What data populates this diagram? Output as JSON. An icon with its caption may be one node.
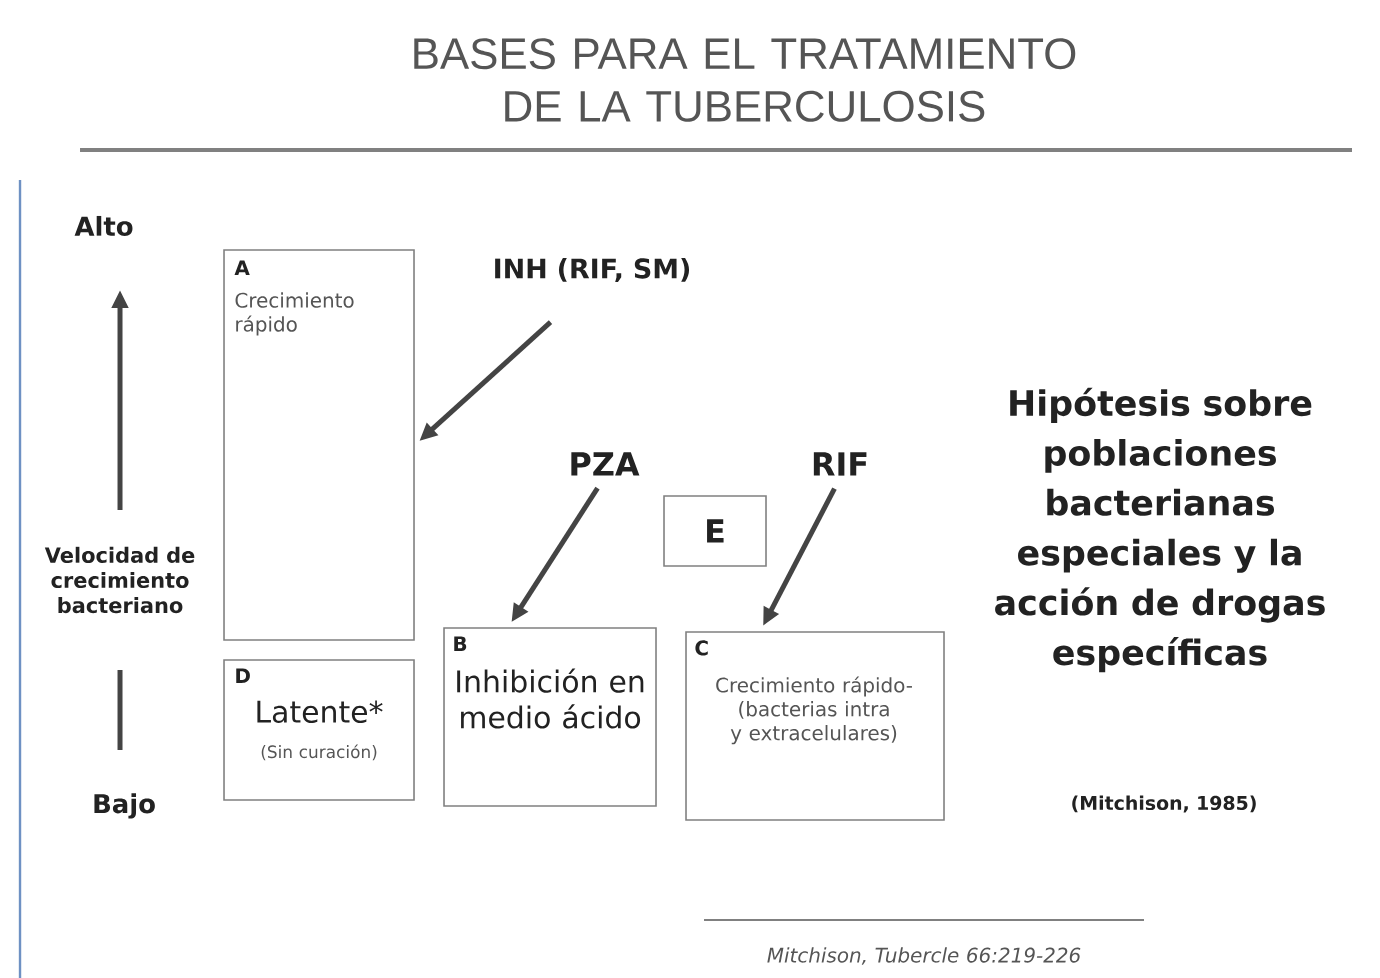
{
  "diagram": {
    "title": "BASES PARA EL TRATAMIENTO DE LA TUBERCULOSIS",
    "nodes": [
      {
        "text": [
          "INH (RIF, SM)"
        ]
      },
      {
        "text": [
          "A",
          "Crecimiento rápido"
        ]
      },
      {
        "text": [
          "PZA"
        ]
      },
      {
        "text": [
          "B",
          "Inhibición en medio ácido"
        ]
      },
      {
        "text": [
          "RIF"
        ]
      },
      {
        "text": [
          "C",
          "Crecimiento rápido- (bacterias intra y extracelulares)"
        ]
      },
      {
        "text": [
          "E"
        ]
      },
      {
        "text": [
          "D",
          "Latente*",
          "(Sin curación)"
        ]
      }
    ],
    "edges": [
      {
        "from": 0,
        "to": 1,
        "arrow": "to"
      },
      {
        "from": 2,
        "to": 3,
        "arrow": "to"
      },
      {
        "from": 4,
        "to": 5,
        "arrow": "to"
      }
    ],
    "labels": [
      "Alto",
      "Velocidad de crecimiento bacteriano",
      "Bajo",
      "Hipótesis sobre poblaciones bacterianas especiales y la acción de drogas específicas",
      "(Mitchison, 1985)",
      "Mitchison, Tubercle 66:219-226"
    ]
  }
}
